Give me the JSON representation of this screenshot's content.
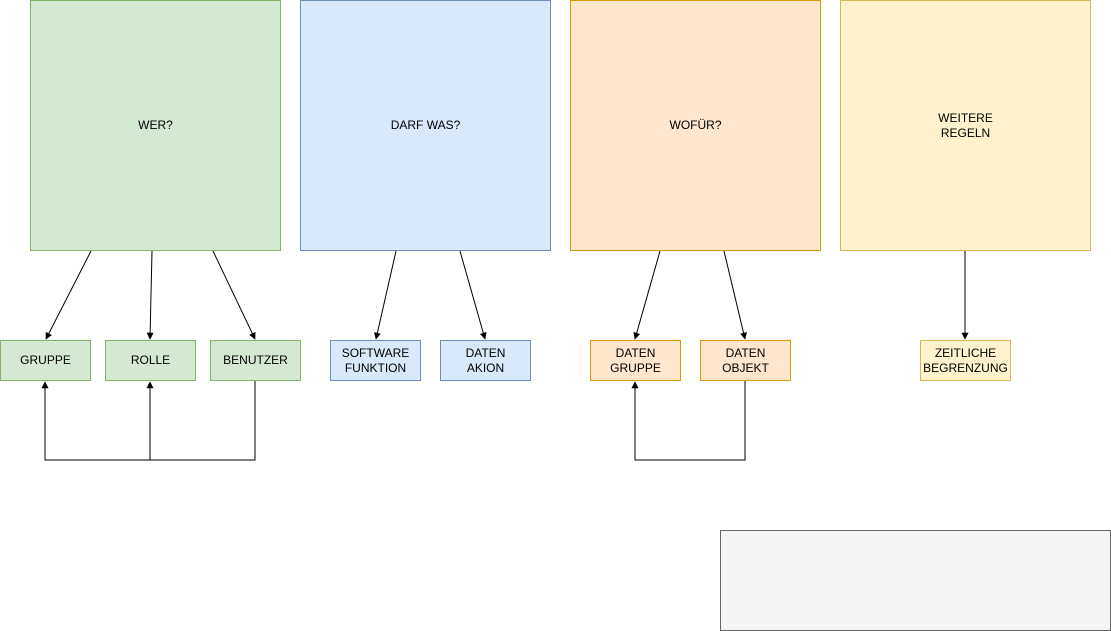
{
  "categories": {
    "wer": "WER?",
    "darf_was": "DARF WAS?",
    "wofuer": "WOFÜR?",
    "weitere_regeln": "WEITERE\nREGELN"
  },
  "items": {
    "gruppe": "GRUPPE",
    "rolle": "ROLLE",
    "benutzer": "BENUTZER",
    "software_funktion": "SOFTWARE\nFUNKTION",
    "daten_akion": "DATEN\nAKION",
    "daten_gruppe": "DATEN\nGRUPPE",
    "daten_objekt": "DATEN\nOBJEKT",
    "zeitliche_begrenzung": "ZEITLICHE\nBEGRENZUNG"
  },
  "colors": {
    "green_fill": "#d5e8d4",
    "green_stroke": "#82b366",
    "blue_fill": "#dae8fc",
    "blue_stroke": "#6c8ebf",
    "orange_fill": "#ffe6cc",
    "orange_stroke": "#d79b00",
    "yellow_fill": "#fff2cc",
    "yellow_stroke": "#d6b656",
    "note_fill": "#f5f5f5",
    "note_stroke": "#666666",
    "edge": "#000000"
  }
}
